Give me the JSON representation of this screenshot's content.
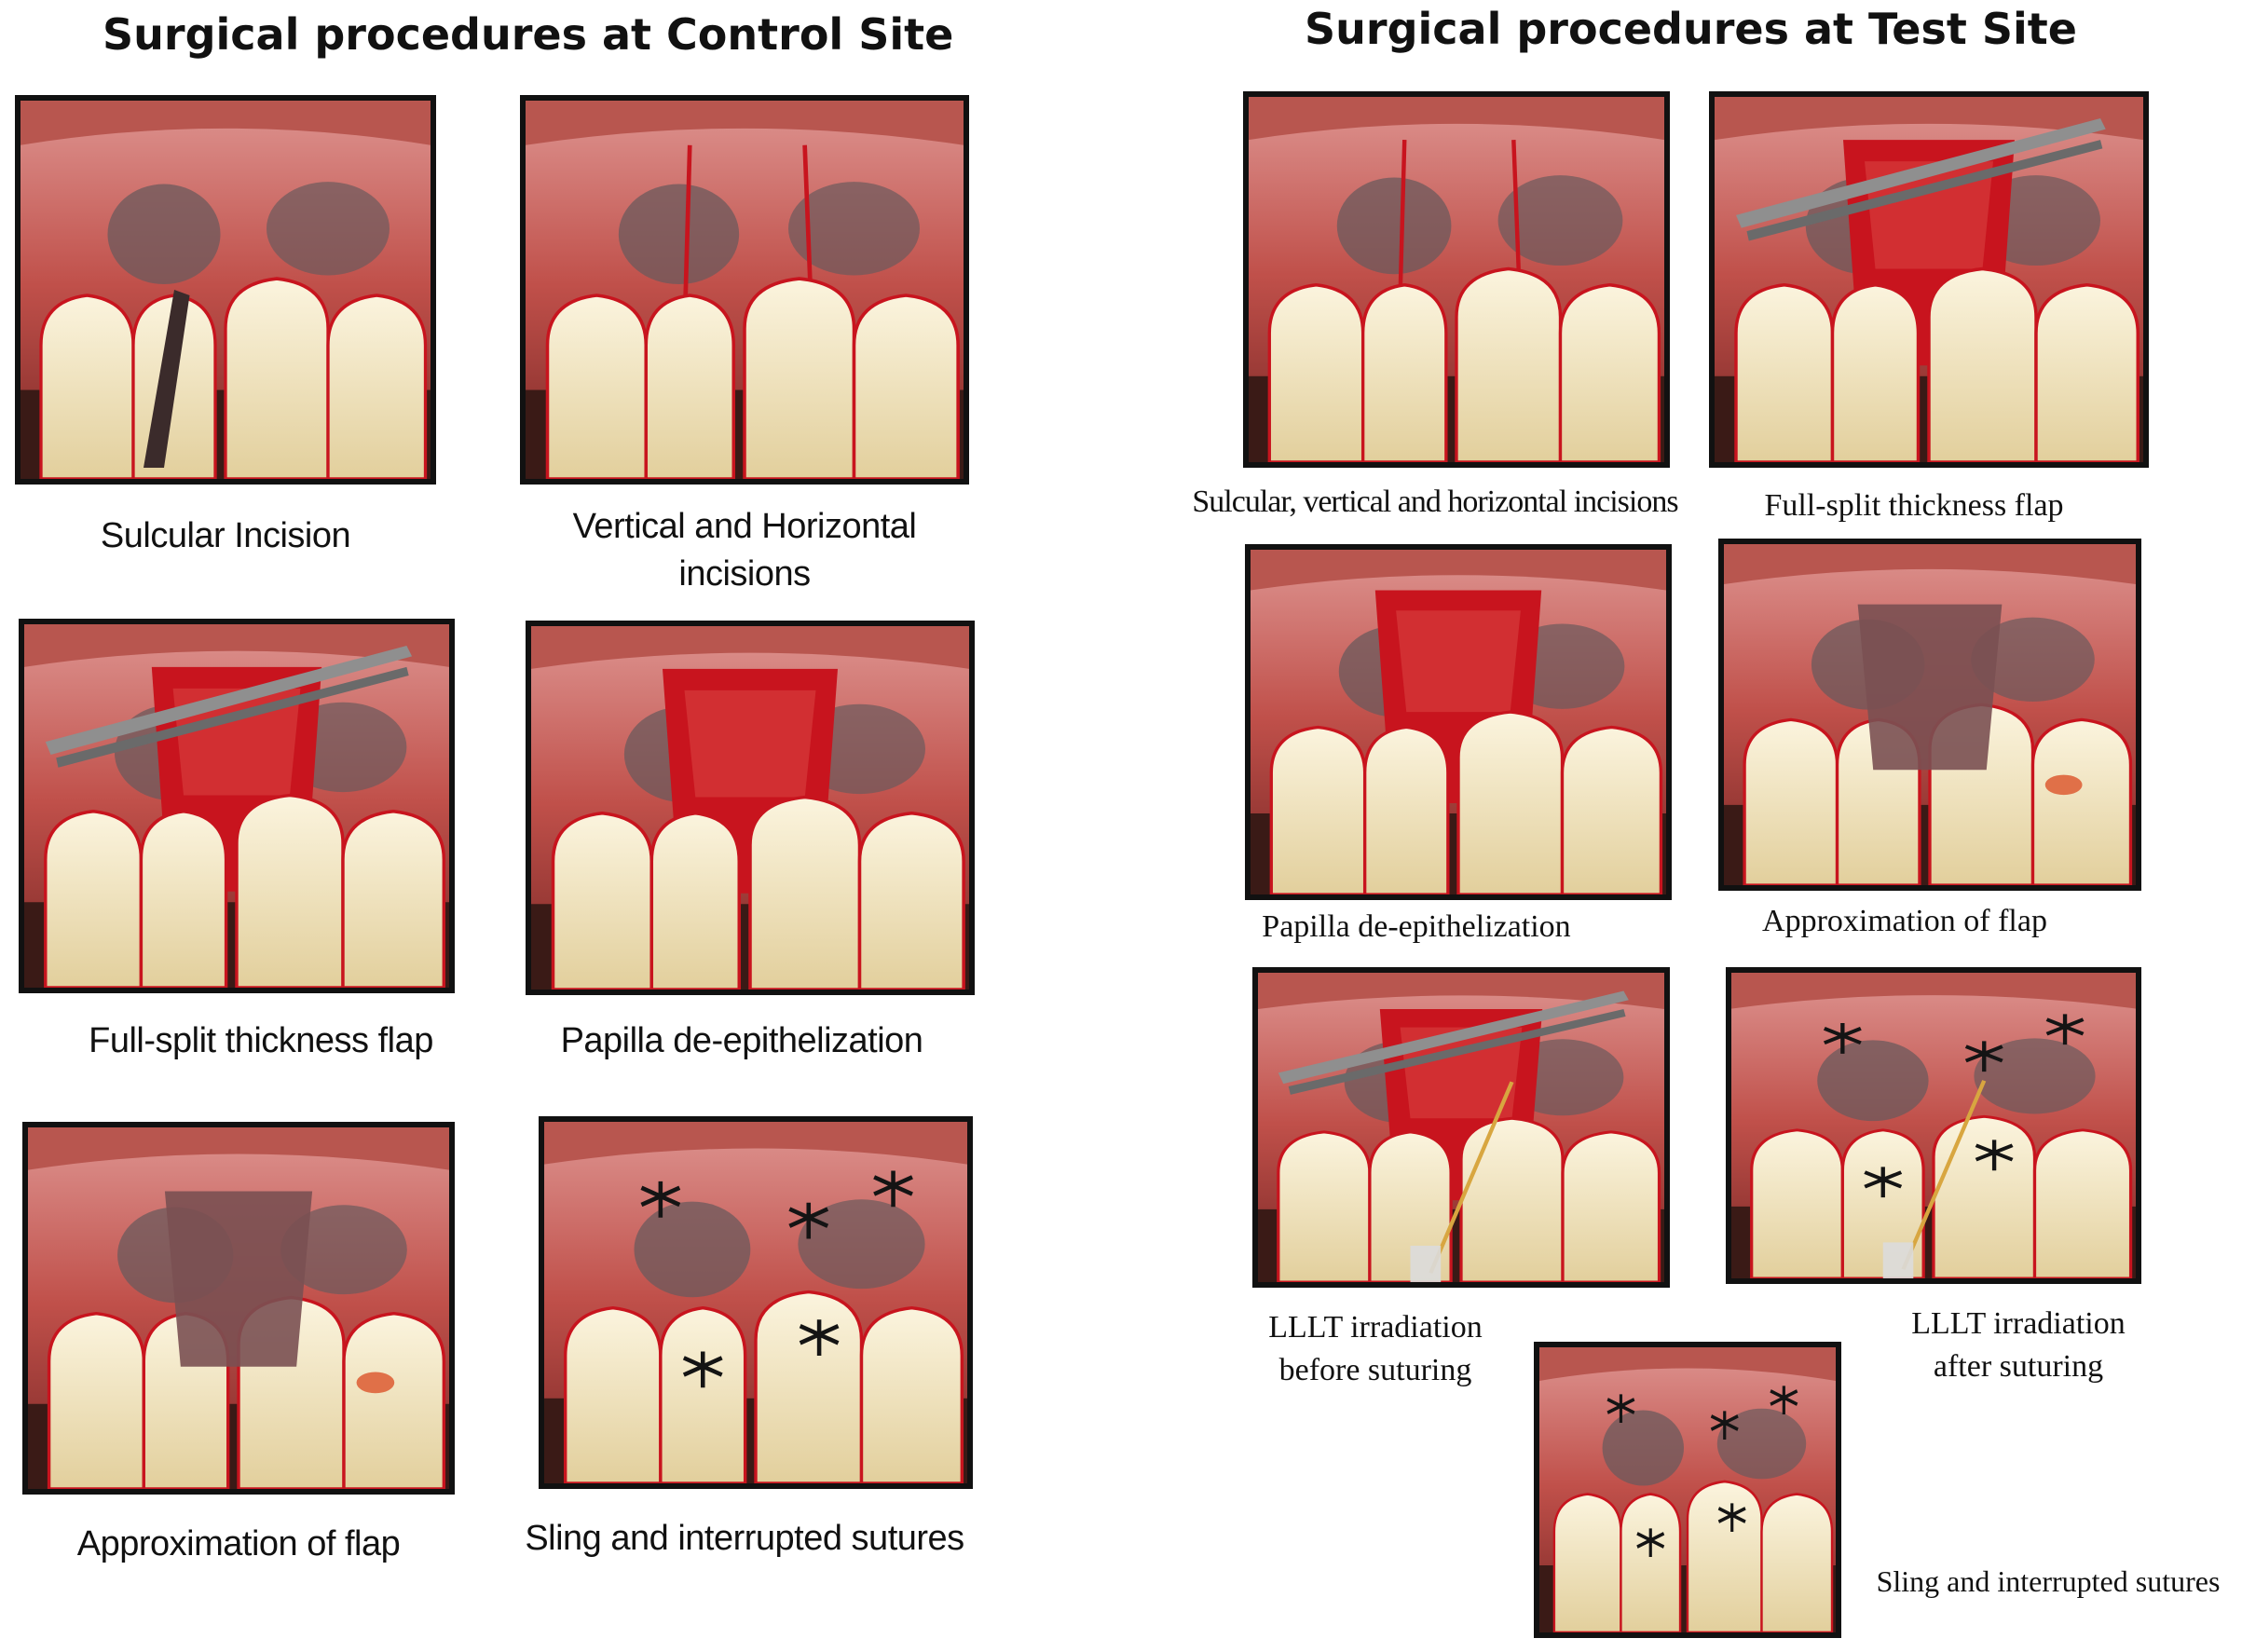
{
  "control": {
    "heading": "Surgical procedures at Control Site",
    "captions": [
      "Sulcular Incision",
      "Vertical and Horizontal\nincisions",
      "Full-split thickness flap",
      "Papilla de-epithelization",
      "Approximation of flap",
      "Sling and interrupted sutures"
    ]
  },
  "test": {
    "heading": "Surgical procedures at Test Site",
    "captions": [
      "Sulcular, vertical and horizontal incisions",
      "Full-split thickness flap",
      "Papilla de-epithelization",
      "Approximation of flap",
      "LLLT irradiation\nbefore suturing",
      "LLLT irradiation\nafter suturing",
      "Sling and interrupted sutures"
    ]
  },
  "colors": {
    "gum": "#c0504a",
    "gum_dark": "#6e3b3b",
    "pigment": "#6b5a5c",
    "tooth": "#f1e6c4",
    "blood": "#c8141e",
    "suture": "#141414",
    "instrument": "#8f8f8f"
  }
}
